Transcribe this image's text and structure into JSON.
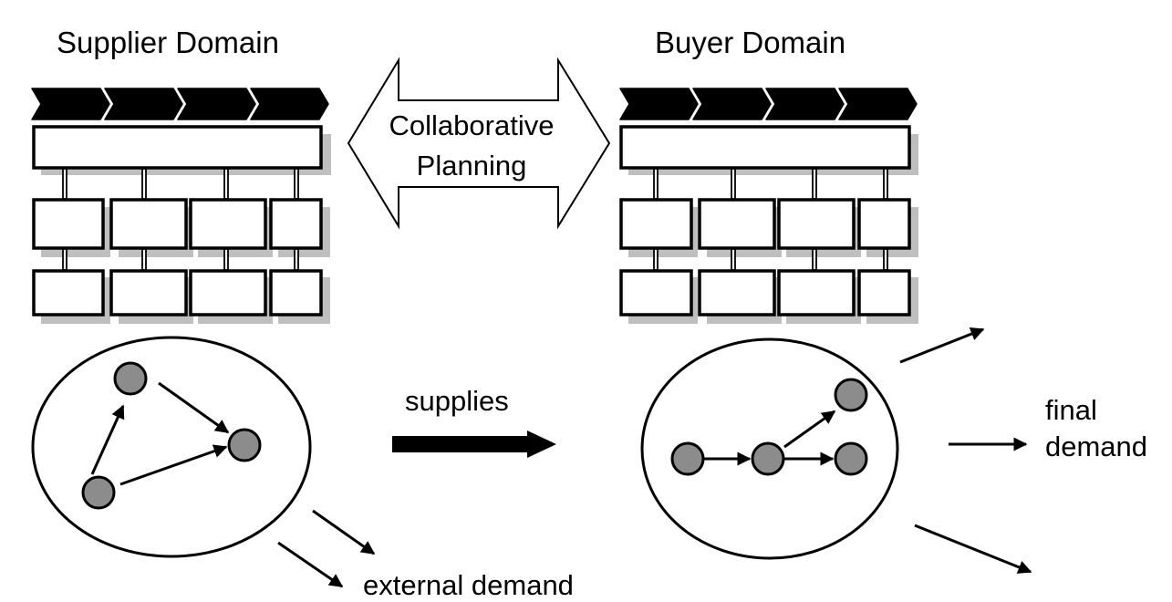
{
  "labels": {
    "supplier_domain": "Supplier Domain",
    "buyer_domain": "Buyer Domain",
    "collaborative_line1": "Collaborative",
    "collaborative_line2": "Planning",
    "supplies": "supplies",
    "final_line1": "final",
    "final_line2": "demand",
    "external_demand": "external demand"
  },
  "colors": {
    "node_fill": "#8c8c8c",
    "shadow": "#bfbfbf",
    "stroke": "#000000"
  }
}
